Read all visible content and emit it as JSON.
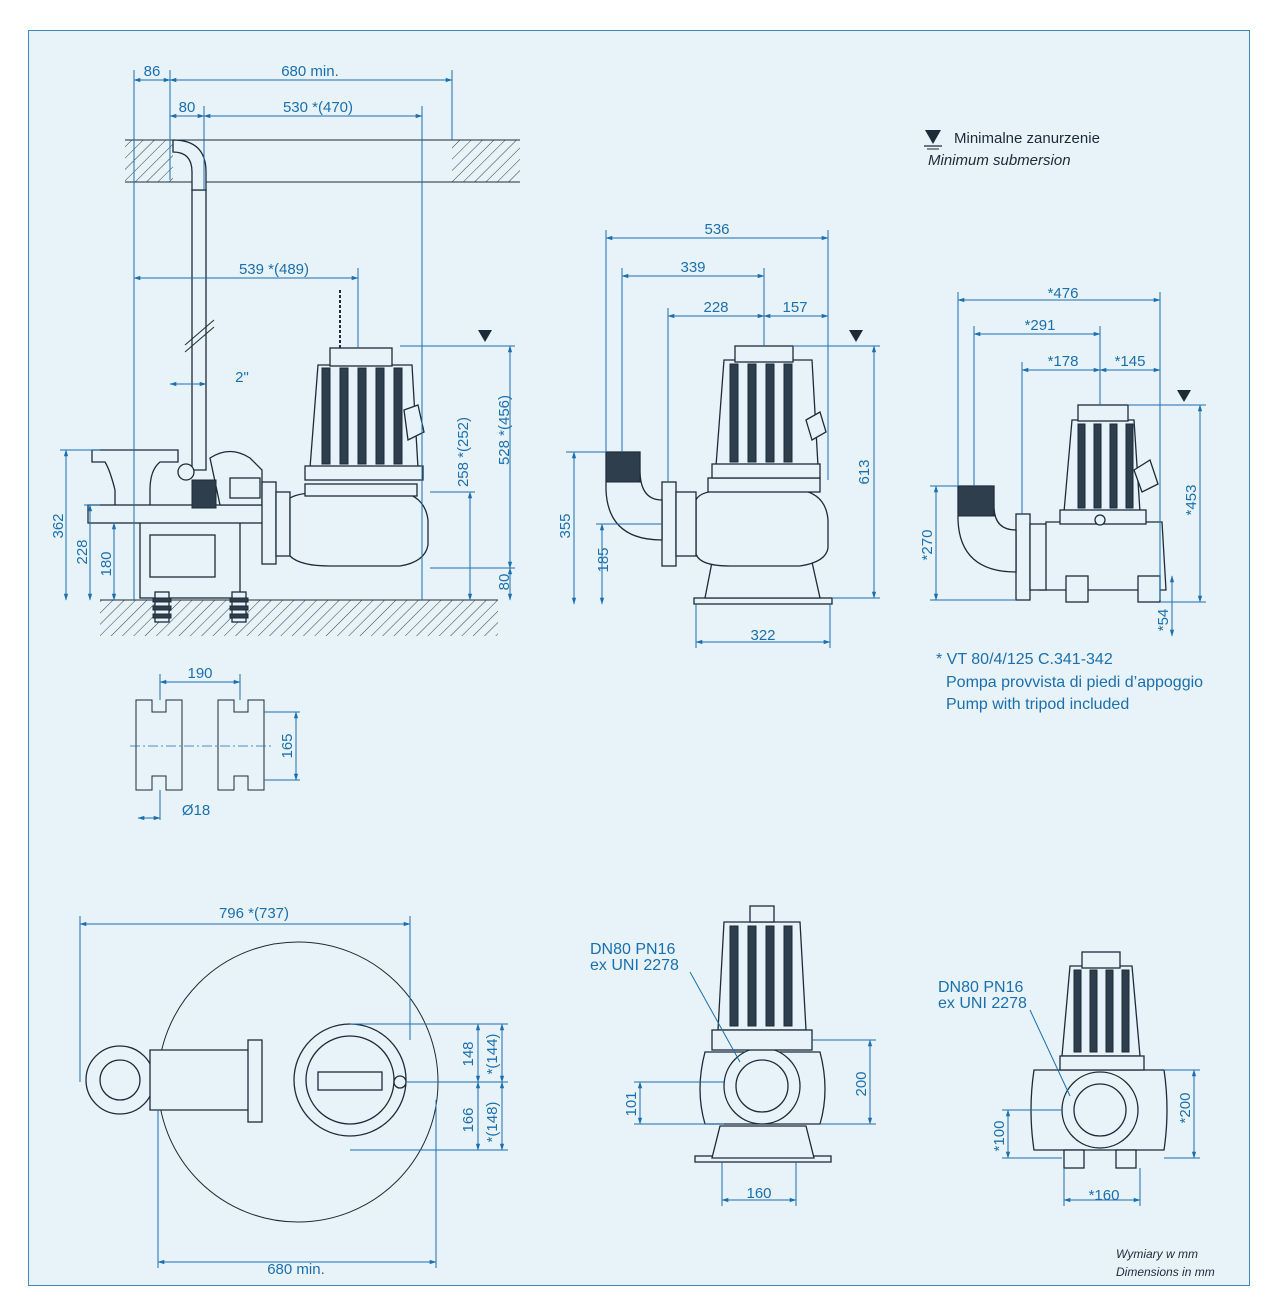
{
  "legend": {
    "line1": "Minimalne zanurzenie",
    "line2": "Minimum submersion"
  },
  "footnote": {
    "line1": "* VT 80/4/125 C.341-342",
    "line2": "Pompa provvista di piedi d’appoggio",
    "line3": "Pump with tripod included"
  },
  "units": {
    "line1": "Wymiary w mm",
    "line2": "Dimensions in mm"
  },
  "flange_labels": {
    "front": [
      "DN80 PN16",
      "ex UNI 2278"
    ],
    "tripod": [
      "DN80 PN16",
      "ex UNI 2278"
    ]
  },
  "dimensions": {
    "install_side": {
      "d86": "86",
      "d680min_top": "680 min.",
      "d80_top": "80",
      "d530": "530  *(470)",
      "d539": "539  *(489)",
      "d2in": "2\"",
      "d362": "362",
      "d228": "228",
      "d180": "180",
      "d258": "258  *(252)",
      "d528": "528  *(456)",
      "d80_right": "80"
    },
    "footprint": {
      "d190": "190",
      "d165": "165",
      "d18": "Ø18"
    },
    "pump_side": {
      "d536": "536",
      "d339": "339",
      "d228": "228",
      "d157": "157",
      "d613": "613",
      "d355": "355",
      "d185": "185",
      "d322": "322"
    },
    "tripod_side": {
      "d476": "*476",
      "d291": "*291",
      "d178": "*178",
      "d145": "*145",
      "d453": "*453",
      "d270": "*270",
      "d54": "*54"
    },
    "plan": {
      "d796": "796 *(737)",
      "d148": "148",
      "d144": "*(144)",
      "d166": "166",
      "d148b": "*(148)",
      "d680min_bottom": "680 min."
    },
    "front": {
      "d101": "101",
      "d200": "200",
      "d160": "160"
    },
    "tripod_front": {
      "d100": "*100",
      "d200": "*200",
      "d160": "*160"
    }
  },
  "colors": {
    "background": "#e8f2f9",
    "dimension": "#1a6fae",
    "outline": "#1d2b38",
    "border": "#3f87bd"
  }
}
